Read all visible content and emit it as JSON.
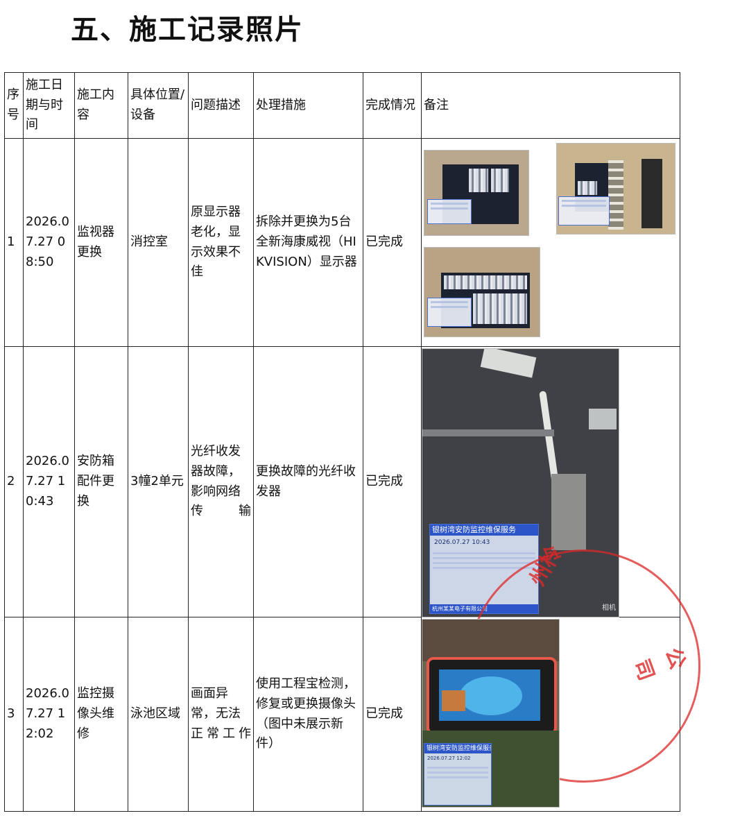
{
  "page_title": "五、施工记录照片",
  "table": {
    "headers": [
      "序号",
      "施工日期与时间",
      "施工内容",
      "具体位置/设备",
      "问题描述",
      "处理措施",
      "完成情况",
      "备注"
    ],
    "rows": [
      {
        "no": "1",
        "datetime": "2026.07.27 08:50",
        "content": "监视器更换",
        "location": "消控室",
        "problem": "原显示器老化，显示效果不佳",
        "action": "拆除并更换为5台全新海康威视（HIKVISION）显示器",
        "status": "已完成"
      },
      {
        "no": "2",
        "datetime": "2026.07.27 10:43",
        "content": "安防箱配件更换",
        "location": "3幢2单元",
        "problem": "光纤收发器故障，影响网络传输",
        "action": "更换故障的光纤收发器",
        "status": "已完成",
        "photo_overlay": {
          "title": "银树湾安防监控维保服务",
          "time": "2026.07.27 10:43",
          "footer": "杭州某某电子有限公司",
          "watermark": "相机"
        }
      },
      {
        "no": "3",
        "datetime": "2026.07.27 12:02",
        "content": "监控摄像头维修",
        "location": "泳池区域",
        "problem": "画面异常，无法正常工作",
        "action": "使用工程宝检测，修复或更换摄像头（图中未展示新件）",
        "status": "已完成",
        "photo_overlay": {
          "title": "银树湾安防监控维保服务",
          "time": "2026.07.27 12:02"
        }
      }
    ]
  },
  "stamp": {
    "text": "州柃",
    "text2": "公司",
    "color": "#dc2828"
  }
}
